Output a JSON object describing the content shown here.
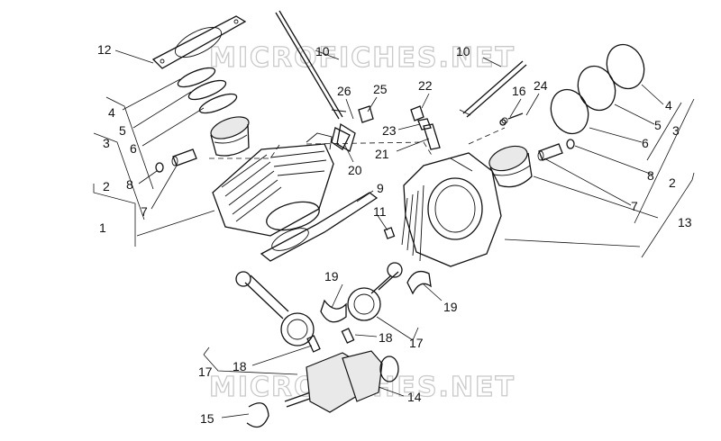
{
  "watermark": "MICROFICHES.NET",
  "callouts": {
    "c1": "1",
    "c2a": "2",
    "c2b": "2",
    "c3a": "3",
    "c3b": "3",
    "c4a": "4",
    "c4b": "4",
    "c5a": "5",
    "c5b": "5",
    "c6a": "6",
    "c6b": "6",
    "c7a": "7",
    "c7b": "7",
    "c8a": "8",
    "c8b": "8",
    "c9": "9",
    "c10a": "10",
    "c10b": "10",
    "c11": "11",
    "c12": "12",
    "c13": "13",
    "c14": "14",
    "c15": "15",
    "c16": "16",
    "c17a": "17",
    "c17b": "17",
    "c18a": "18",
    "c18b": "18",
    "c19a": "19",
    "c19b": "19",
    "c20": "20",
    "c21": "21",
    "c22": "22",
    "c23": "23",
    "c24": "24",
    "c25": "25",
    "c26": "26"
  }
}
